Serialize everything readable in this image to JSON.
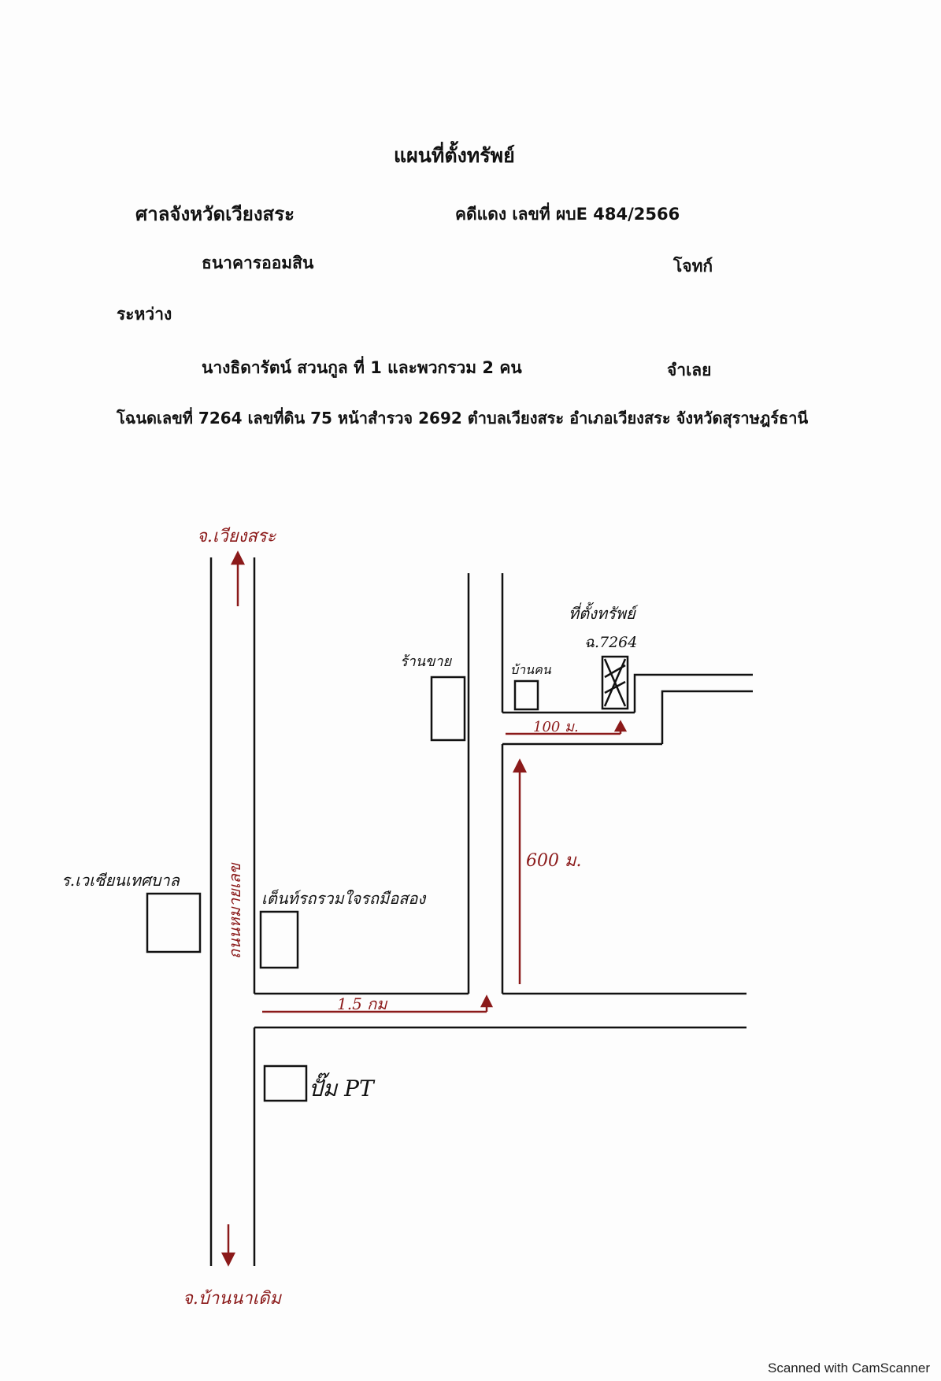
{
  "header": {
    "title": "แผนที่ตั้งทรัพย์",
    "court": "ศาลจังหวัดเวียงสระ",
    "case_number": "คดีแดง เลขที่ ผบE 484/2566",
    "plaintiff_name": "ธนาคารออมสิน",
    "plaintiff_role": "โจทก์",
    "between": "ระหว่าง",
    "defendant_name": "นางธิดารัตน์  สวนกูล  ที่  1  และพวกรวม 2 คน",
    "defendant_role": "จำเลย",
    "deed_line": "โฉนดเลขที่ 7264   เลขที่ดิน  75  หน้าสำรวจ 2692  ตำบลเวียงสระ  อำเภอเวียงสระ  จังหวัดสุราษฎร์ธานี"
  },
  "map": {
    "label_north": "จ.เวียงสระ",
    "label_south": "จ.บ้านนาเดิม",
    "main_road": "ถนนหมายเลข",
    "school": "ร.เวเซียนเทศบาล",
    "credit_union": "เต็นท์รถรวมใจรถมือสอง",
    "shop": "ร้านขาย",
    "house": "บ้านคน",
    "property_label": "ที่ตั้งทรัพย์",
    "deed_label": "ฉ.7264",
    "gas_station": "ปั๊ม  PT",
    "dist_side_road": "1.5   กม",
    "dist_north": "600 ม.",
    "dist_east": "100 ม.",
    "colors": {
      "ink": "#111111",
      "red_ink": "#8b1a1a"
    }
  },
  "footer": {
    "scanner": "Scanned with CamScanner"
  }
}
